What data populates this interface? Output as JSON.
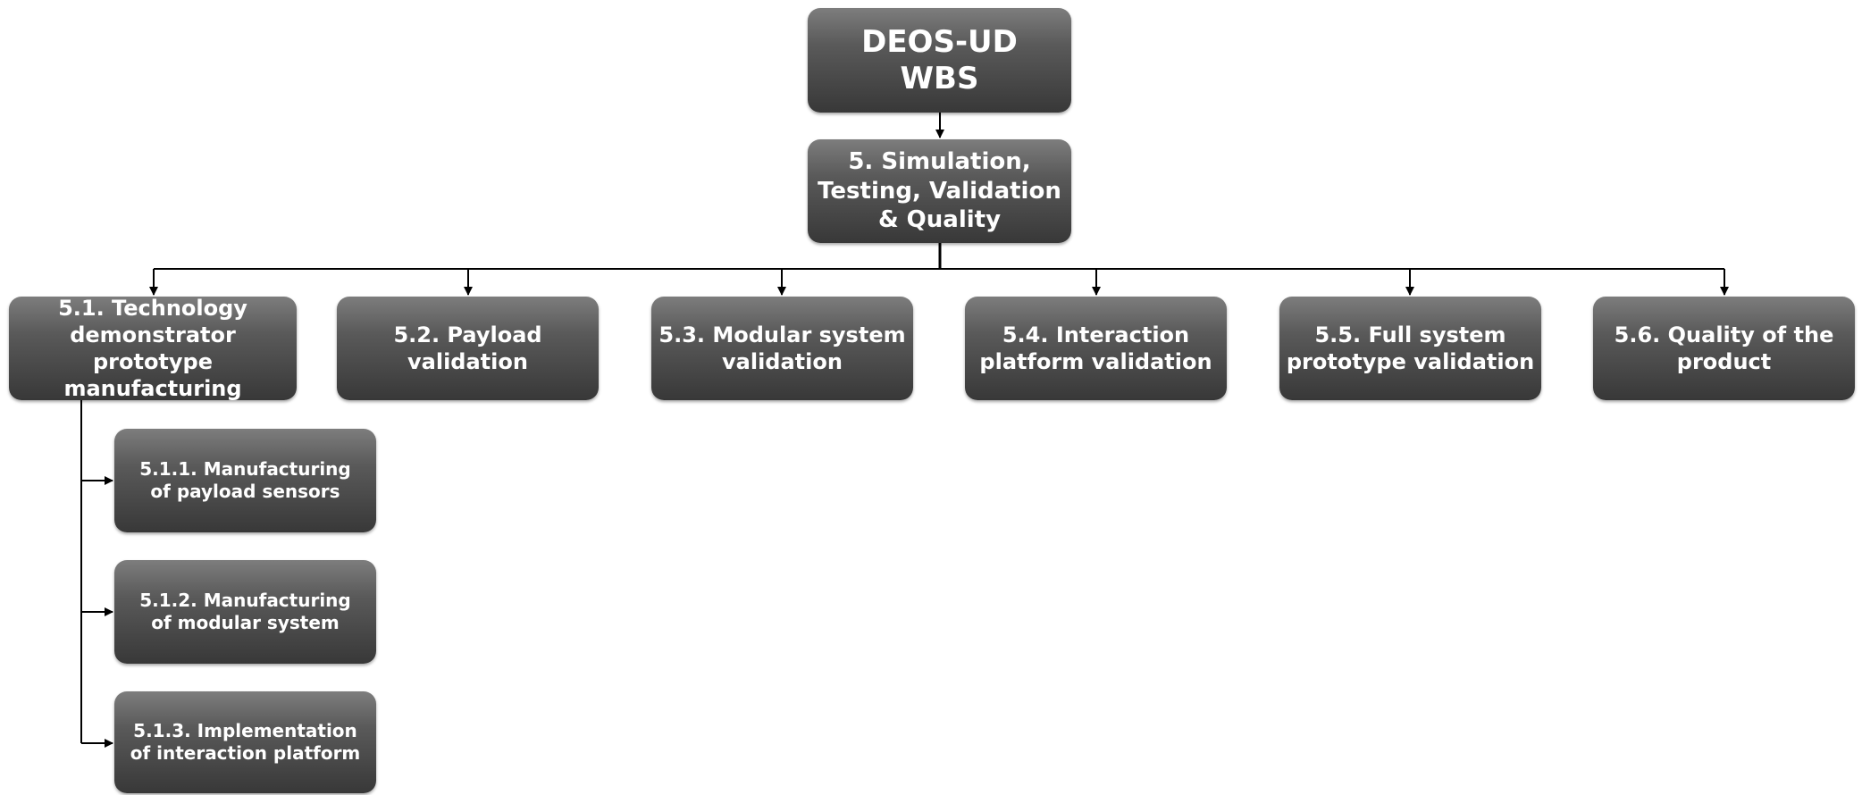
{
  "diagram": {
    "root": {
      "label": "DEOS-UD\nWBS"
    },
    "phase": {
      "label": "5. Simulation,\nTesting, Validation\n& Quality"
    },
    "workpackages": [
      {
        "label": "5.1. Technology\ndemonstrator prototype\nmanufacturing"
      },
      {
        "label": "5.2. Payload\nvalidation"
      },
      {
        "label": "5.3. Modular system\nvalidation"
      },
      {
        "label": "5.4. Interaction\nplatform validation"
      },
      {
        "label": "5.5. Full system\nprototype validation"
      },
      {
        "label": "5.6. Quality of the\nproduct"
      }
    ],
    "subtasks": [
      {
        "label": "5.1.1. Manufacturing\nof payload sensors"
      },
      {
        "label": "5.1.2. Manufacturing\nof modular system"
      },
      {
        "label": "5.1.3. Implementation\nof interaction platform"
      }
    ]
  }
}
